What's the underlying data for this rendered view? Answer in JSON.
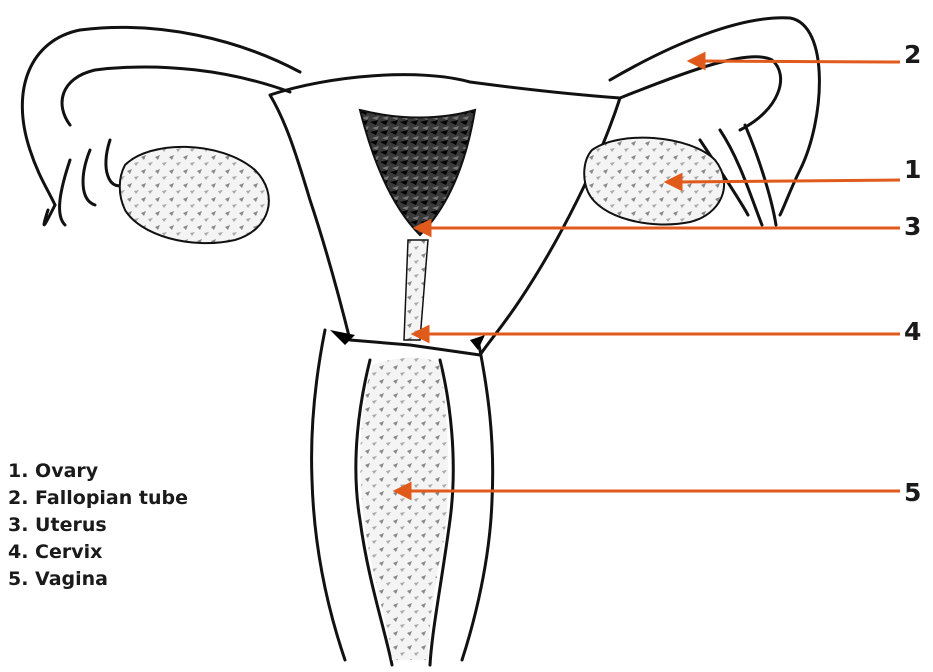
{
  "diagram": {
    "accent_color": "#e05a1b",
    "line_color": "#111111",
    "callouts": [
      {
        "number": "1",
        "target": "ovary"
      },
      {
        "number": "2",
        "target": "fallopian-tube"
      },
      {
        "number": "3",
        "target": "uterus"
      },
      {
        "number": "4",
        "target": "cervix"
      },
      {
        "number": "5",
        "target": "vagina"
      }
    ],
    "legend": [
      "1. Ovary",
      "2. Fallopian tube",
      "3. Uterus",
      "4. Cervix",
      "5. Vagina"
    ]
  }
}
